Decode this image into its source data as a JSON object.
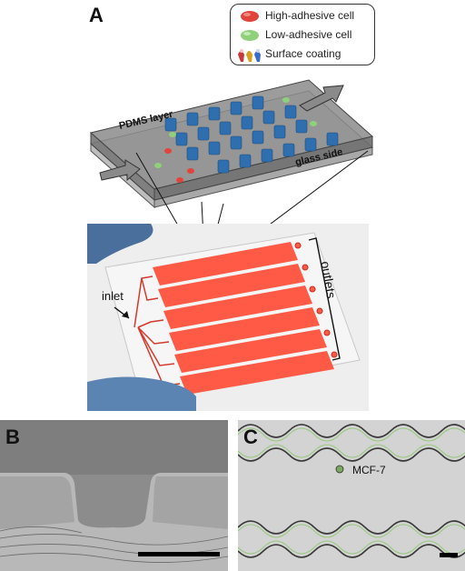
{
  "panels": {
    "a": {
      "letter": "A"
    },
    "b": {
      "letter": "B"
    },
    "c": {
      "letter": "C"
    }
  },
  "legend": {
    "items": [
      {
        "label": "High-adhesive cell",
        "color": "#e0443a"
      },
      {
        "label": "Low-adhesive cell",
        "color": "#8fd07a"
      },
      {
        "label": "Surface coating",
        "color": "#c83a3a"
      }
    ]
  },
  "device_schematic": {
    "pdms_label": "PDMS layer",
    "glass_label": "glass side",
    "pillar_color": "#2f6fb0"
  },
  "photo": {
    "inlet_label": "inlet",
    "outlets_label": "outlets",
    "channel_color": "#ff5a45"
  },
  "micrograph_c": {
    "cell_label": "MCF-7"
  }
}
